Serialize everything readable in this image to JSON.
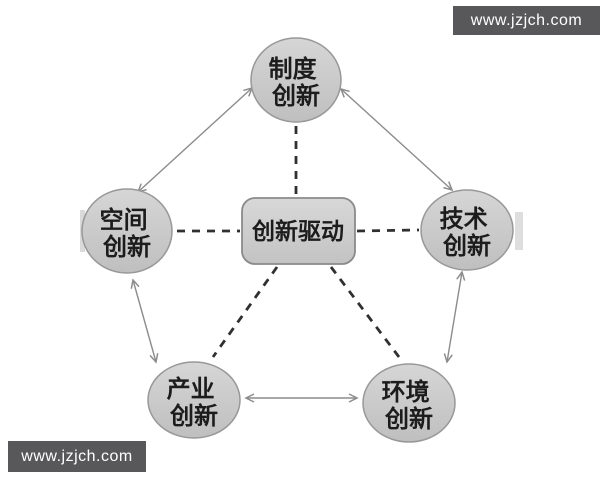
{
  "watermark": {
    "top_right_text": "www.jzjch.com",
    "bottom_left_text": "www.jzjch.com",
    "background": "#58585a",
    "text_color": "#ffffff"
  },
  "diagram": {
    "center_label": "创新驱动",
    "nodes": {
      "institution": {
        "line1": "制度",
        "line2": "创新"
      },
      "space": {
        "line1": "空间",
        "line2": "创新"
      },
      "technology": {
        "line1": "技术",
        "line2": "创新"
      },
      "industry": {
        "line1": "产业",
        "line2": "创新"
      },
      "environment": {
        "line1": "环境",
        "line2": "创新"
      }
    },
    "edges": {
      "solid_bidirectional": [
        "空间创新 ↔ 制度创新",
        "制度创新 ↔ 技术创新",
        "技术创新 ↔ 环境创新",
        "环境创新 ↔ 产业创新",
        "产业创新 ↔ 空间创新"
      ],
      "dashed_from_center": [
        "创新驱动 – 制度创新",
        "创新驱动 – 空间创新",
        "创新驱动 – 技术创新",
        "创新驱动 – 产业创新",
        "创新驱动 – 环境创新"
      ]
    },
    "colors": {
      "node_fill_light": "#d6d6d6",
      "node_fill_dark": "#bfbfbf",
      "node_border": "#98989a",
      "box_fill_light": "#d8d8d8",
      "box_fill_dark": "#c3c3c3",
      "box_border": "#8a8a8a",
      "arrow_line": "#8c8c8c",
      "dashed_line": "#303030",
      "label_text": "#1c1c1c"
    }
  }
}
